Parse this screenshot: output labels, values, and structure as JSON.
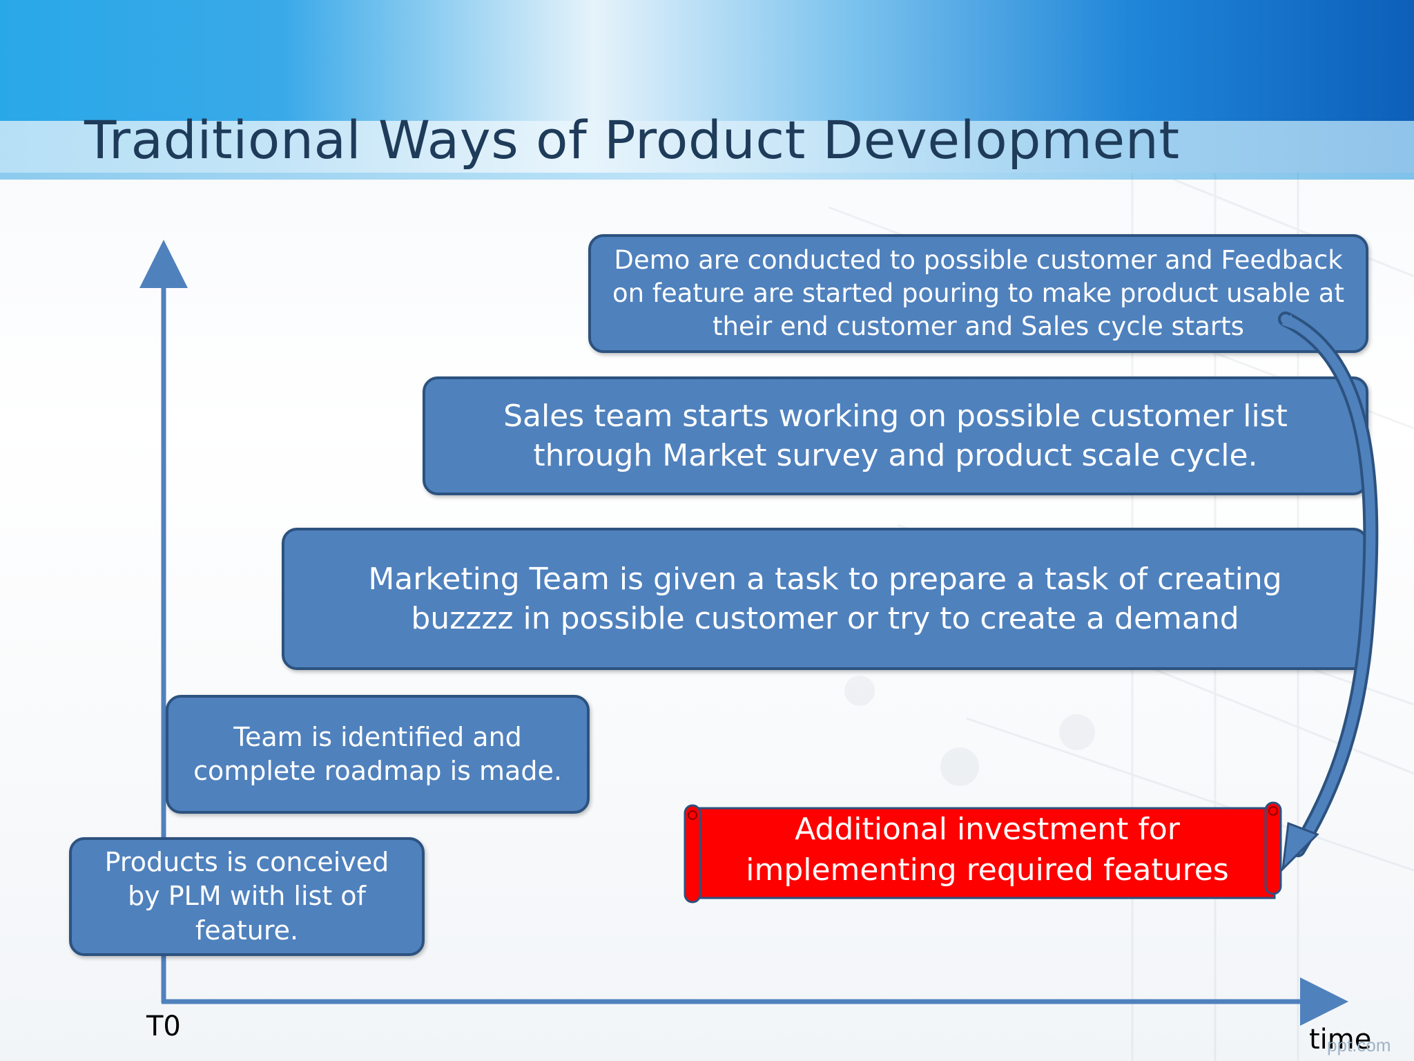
{
  "slide": {
    "title": "Traditional Ways of Product Development"
  },
  "steps": [
    {
      "text": "Products is conceived by PLM with list of feature."
    },
    {
      "text": "Team is identified and complete roadmap is made."
    },
    {
      "text": "Marketing Team is given a task to prepare a task of creating buzzzz in possible customer or try to create a demand"
    },
    {
      "text": "Sales team starts working on possible customer list through Market survey and product scale cycle."
    },
    {
      "text": "Demo are conducted to possible customer and Feedback on feature are started pouring to make product usable at their end customer and Sales cycle starts"
    }
  ],
  "investment": {
    "text": "Additional investment for implementing required features"
  },
  "axes": {
    "origin_label": "T0",
    "x_label": "time"
  },
  "watermark": "ppt.com",
  "colors": {
    "box_fill": "#4f81bd",
    "box_border": "#2c527f",
    "axis": "#4f81bd",
    "banner_fill": "#ff0000",
    "title_text": "#1f3b5a"
  }
}
